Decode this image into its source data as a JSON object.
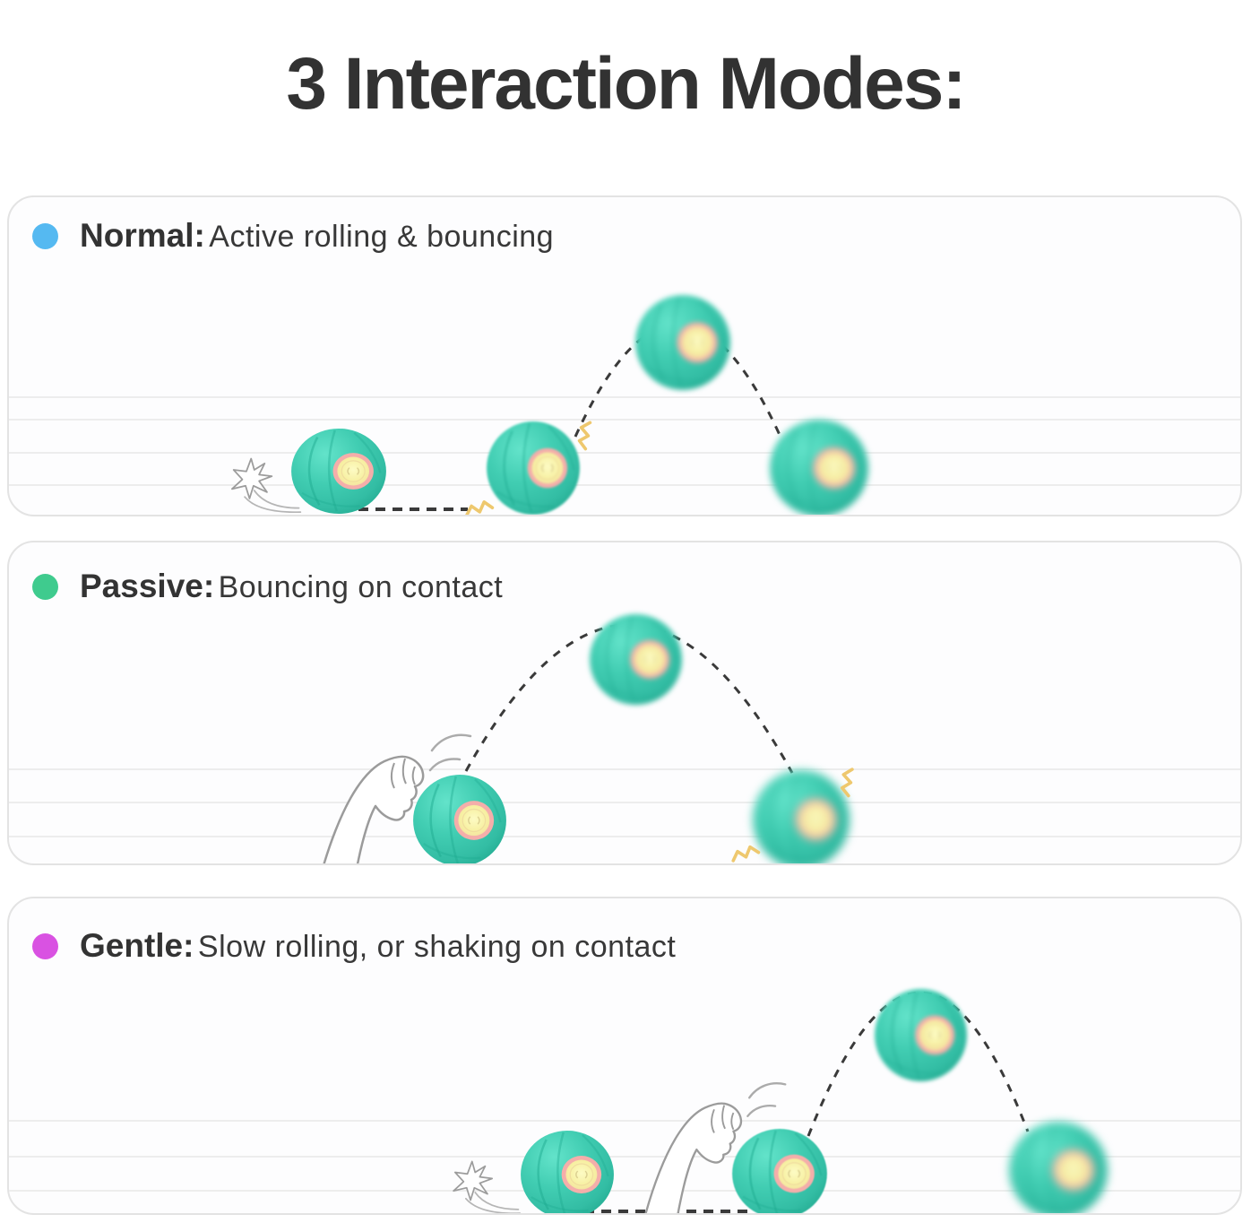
{
  "title": "3 Interaction Modes:",
  "modes": [
    {
      "name": "Normal",
      "label": "Normal:",
      "description": "Active rolling & bouncing",
      "dot_color": "#55b9f1"
    },
    {
      "name": "Passive",
      "label": "Passive:",
      "description": "Bouncing on contact",
      "dot_color": "#3fcb8e"
    },
    {
      "name": "Gentle",
      "label": "Gentle:",
      "description": "Slow rolling, or shaking on contact",
      "dot_color": "#d952e2"
    }
  ],
  "icons": {
    "mode_dot": "mode-color-dot",
    "ball": "pet-ball",
    "paw": "cat-paw-icon",
    "swoosh": "swoosh-scratch-icon",
    "squiggle": "impact-squiggle-icon",
    "trajectory": "trajectory-dashes"
  },
  "colors": {
    "title_text": "#323232",
    "panel_border": "#e3e3e3",
    "panel_background": "#fdfdfe",
    "floor_line": "#ededed",
    "ball_teal": "#3ecbb1",
    "ball_seam": "#1ca98f",
    "ring_pink": "#f4aeaa",
    "center_yellow": "#f8f3a6",
    "trajectory_dash": "#3a3a3a",
    "impact_squiggle": "#eec86e",
    "normal_dot": "#55b9f1",
    "passive_dot": "#3fcb8e",
    "gentle_dot": "#d952e2"
  }
}
